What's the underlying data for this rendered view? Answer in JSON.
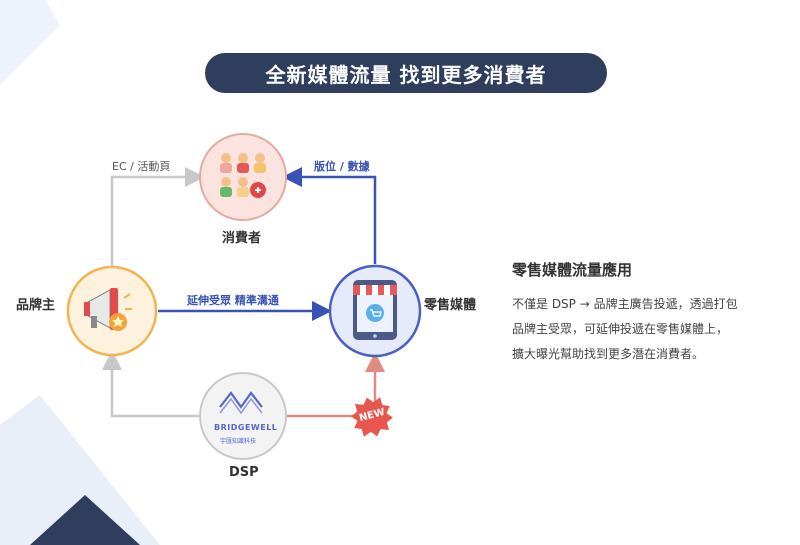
{
  "title": "全新媒體流量 找到更多消費者",
  "nodes": {
    "consumer": "消費者",
    "brand": "品牌主",
    "retail_media": "零售媒體",
    "dsp": "DSP"
  },
  "edges": {
    "ec_activity": "EC / 活動頁",
    "placement_data": "版位 / 數據",
    "extend_audience": "延伸受眾 精準溝通",
    "new_badge": "NEW"
  },
  "logo": {
    "name": "BRIDGEWELL",
    "subtitle": "宇匯知識科技"
  },
  "side": {
    "heading": "零售媒體流量應用",
    "lines": [
      "不僅是 DSP → 品牌主廣告投遞，透過打包",
      "品牌主受眾，可延伸投遞在零售媒體上，",
      "擴大曝光幫助找到更多潛在消費者。"
    ]
  },
  "colors": {
    "navy": "#2f3e5c",
    "blue": "#3a52b5",
    "gray_line": "#c8c8c8",
    "red_line": "#e08a80",
    "consumer_circle": "#fbe3df",
    "brand_circle": "#fdf2de",
    "retail_circle": "#e5ebfa",
    "dsp_circle": "#f3f3f3"
  }
}
